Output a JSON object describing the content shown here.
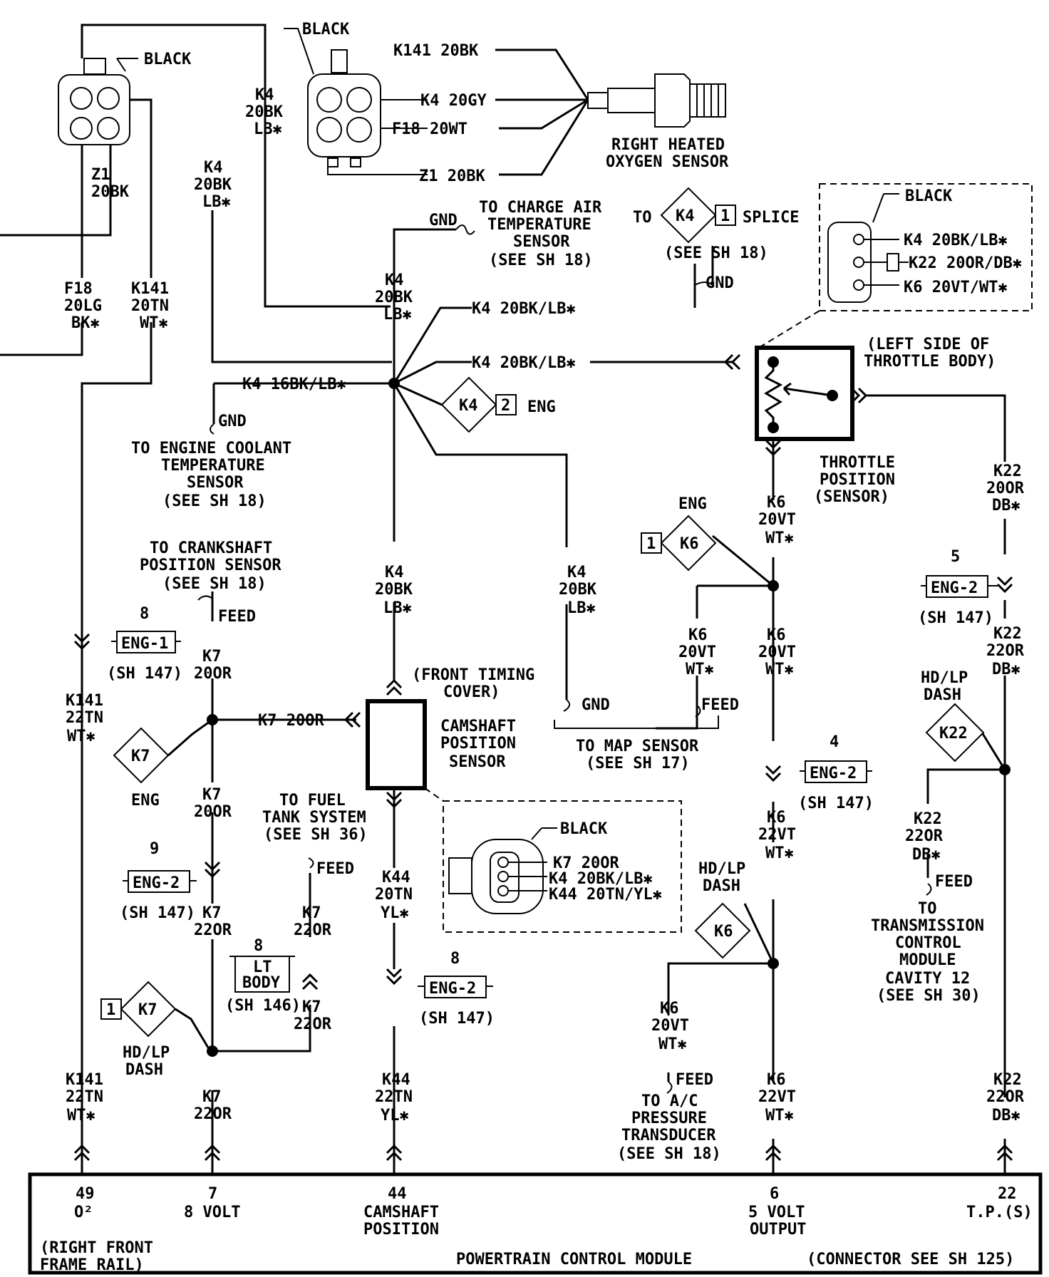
{
  "left_connector": {
    "color": "BLACK",
    "z1_label": [
      "Z1",
      "20BK"
    ],
    "f18_label": [
      "F18",
      "20LG",
      "BK✱"
    ],
    "k141_label": [
      "K141",
      "20TN",
      "WT✱"
    ]
  },
  "left_k4": {
    "upper": [
      "K4",
      "20BK",
      "LB✱"
    ],
    "lower": [
      "K4",
      "20BK",
      "LB✱"
    ]
  },
  "o2_sensor": {
    "color": "BLACK",
    "pins": [
      "K141 20BK",
      "K4 20GY",
      "F18 20WT",
      "Z1 20BK"
    ],
    "name": [
      "RIGHT HEATED",
      "OXYGEN SENSOR"
    ]
  },
  "charge_air": {
    "gnd": "GND",
    "text": [
      "TO CHARGE AIR",
      "TEMPERATURE",
      "SENSOR",
      "(SEE SH 18)"
    ]
  },
  "splice_k4": {
    "to": "TO",
    "code": "K4",
    "num": "1",
    "splice": "SPLICE",
    "see": "(SEE SH 18)",
    "gnd": "GND"
  },
  "tps_connector": {
    "color": "BLACK",
    "pins": [
      "K4 20BK/LB✱",
      "K22 20OR/DB✱",
      "K6 20VT/WT✱"
    ]
  },
  "splice_center": {
    "k4_mid": [
      "K4",
      "20BK",
      "LB✱"
    ],
    "k4_branch1": "K4 20BK/LB✱",
    "k4_branch2": "K4 20BK/LB✱",
    "k4_16": "K4 16BK/LB✱",
    "eng_code": "K4",
    "eng_num": "2",
    "eng_label": "ENG"
  },
  "tps": {
    "location": [
      "(LEFT SIDE OF",
      "THROTTLE BODY)"
    ],
    "name": [
      "THROTTLE",
      "POSITION",
      "(SENSOR)"
    ]
  },
  "ect": {
    "gnd": "GND",
    "text": [
      "TO ENGINE COOLANT",
      "TEMPERATURE",
      "SENSOR",
      "(SEE SH 18)"
    ]
  },
  "crankshaft": {
    "text": [
      "TO CRANKSHAFT",
      "POSITION SENSOR",
      "(SEE SH 18)"
    ],
    "feed": "FEED"
  },
  "eng1_k141": {
    "num": "8",
    "label": "ENG-1",
    "sheet": "(SH 147)"
  },
  "k141_mid": [
    "K141",
    "22TN",
    "WT✱"
  ],
  "k141_bottom": [
    "K141",
    "22TN",
    "WT✱"
  ],
  "k7_top": [
    "K7",
    "20OR"
  ],
  "k7_horizontal": "K7 20OR",
  "k7_eng": {
    "code": "K7",
    "label": "ENG"
  },
  "k7_mid": [
    "K7",
    "20OR"
  ],
  "eng2_k7": {
    "num": "9",
    "label": "ENG-2",
    "sheet": "(SH 147)"
  },
  "k7_22": [
    "K7",
    "22OR"
  ],
  "fuel_tank": {
    "text": [
      "TO FUEL",
      "TANK SYSTEM",
      "(SEE SH 36)"
    ],
    "feed": "FEED"
  },
  "k7_fuel": [
    "K7",
    "22OR"
  ],
  "lt_body": {
    "num": "8",
    "line1": "LT",
    "line2": "BODY",
    "sheet": "(SH 146)"
  },
  "k7_fuel2": [
    "K7",
    "22OR"
  ],
  "k7_hdlp": {
    "num": "1",
    "code": "K7",
    "label": [
      "HD/LP",
      "DASH"
    ]
  },
  "k7_bottom": [
    "K7",
    "22OR"
  ],
  "k4_cam": [
    "K4",
    "20BK",
    "LB✱"
  ],
  "front_timing": [
    "(FRONT TIMING",
    "COVER)"
  ],
  "camshaft": {
    "name": [
      "CAMSHAFT",
      "POSITION",
      "SENSOR"
    ]
  },
  "cam_connector": {
    "color": "BLACK",
    "pins": [
      "K7 20OR",
      "K4 20BK/LB✱",
      "K44 20TN/YL✱"
    ]
  },
  "k44_mid": [
    "K44",
    "20TN",
    "YL✱"
  ],
  "eng2_k44": {
    "num": "8",
    "label": "ENG-2",
    "sheet": "(SH 147)"
  },
  "k44_bottom": [
    "K44",
    "22TN",
    "YL✱"
  ],
  "k4_map": [
    "K4",
    "20BK",
    "LB✱"
  ],
  "map_sensor": {
    "gnd": "GND",
    "feed": "FEED",
    "text": [
      "TO MAP SENSOR",
      "(SEE SH 17)"
    ]
  },
  "k6_eng": {
    "label": "ENG",
    "num": "1",
    "code": "K6"
  },
  "k6_top": [
    "K6",
    "20VT",
    "WT✱"
  ],
  "k6_mid": [
    "K6",
    "20VT",
    "WT✱"
  ],
  "k6_map": [
    "K6",
    "20VT",
    "WT✱"
  ],
  "eng2_k6": {
    "num": "4",
    "label": "ENG-2",
    "sheet": "(SH 147)"
  },
  "k6_22": [
    "K6",
    "22VT",
    "WT✱"
  ],
  "k6_hdlp": {
    "label": [
      "HD/LP",
      "DASH"
    ],
    "code": "K6"
  },
  "k6_ac": [
    "K6",
    "20VT",
    "WT✱"
  ],
  "ac_pressure": {
    "feed": "FEED",
    "text": [
      "TO A/C",
      "PRESSURE",
      "TRANSDUCER",
      "(SEE SH 18)"
    ]
  },
  "k6_bottom": [
    "K6",
    "22VT",
    "WT✱"
  ],
  "k22_top": [
    "K22",
    "20OR",
    "DB✱"
  ],
  "eng2_k22": {
    "num": "5",
    "label": "ENG-2",
    "sheet": "(SH 147)"
  },
  "k22_mid": [
    "K22",
    "22OR",
    "DB✱"
  ],
  "k22_hdlp": {
    "label": [
      "HD/LP",
      "DASH"
    ],
    "code": "K22"
  },
  "k22_tcm": [
    "K22",
    "22OR",
    "DB✱"
  ],
  "tcm": {
    "feed": "FEED",
    "text": [
      "TO",
      "TRANSMISSION",
      "CONTROL",
      "MODULE",
      "CAVITY 12",
      "(SEE SH 30)"
    ]
  },
  "k22_bottom": [
    "K22",
    "22OR",
    "DB✱"
  ],
  "pcm": {
    "title": "POWERTRAIN CONTROL MODULE",
    "location": [
      "(RIGHT FRONT",
      "FRAME RAIL)"
    ],
    "connector_note": "(CONNECTOR SEE SH 125)",
    "pins": [
      {
        "num": "49",
        "name": [
          "O²"
        ]
      },
      {
        "num": "7",
        "name": [
          "8 VOLT"
        ]
      },
      {
        "num": "44",
        "name": [
          "CAMSHAFT",
          "POSITION"
        ]
      },
      {
        "num": "6",
        "name": [
          "5 VOLT",
          "OUTPUT"
        ]
      },
      {
        "num": "22",
        "name": [
          "T.P.(S)"
        ]
      }
    ]
  }
}
